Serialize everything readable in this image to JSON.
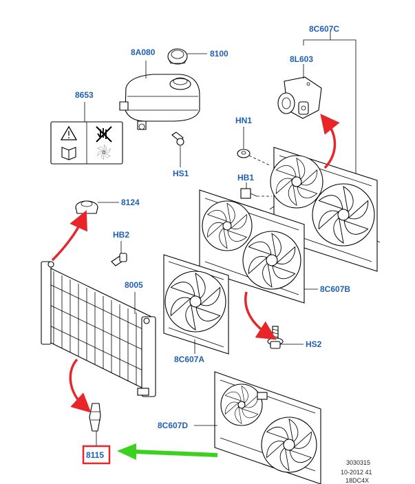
{
  "labels": {
    "p8C607C": "8C607C",
    "p8L603": "8L603",
    "p8A080": "8A080",
    "p8100": "8100",
    "p8653": "8653",
    "pHN1": "HN1",
    "pHS1": "HS1",
    "pHB1": "HB1",
    "p8124": "8124",
    "pHB2": "HB2",
    "p8005": "8005",
    "p8C607B": "8C607B",
    "pHS2": "HS2",
    "p8C607A": "8C607A",
    "p8C607D": "8C607D",
    "p8115": "8115"
  },
  "footer": {
    "code": "3030315",
    "date": "10-2012 41",
    "model": "18DC4X"
  },
  "colors": {
    "label": "#1f5fb4",
    "red_arrow": "#e8262a",
    "green_arrow": "#3cd11e",
    "highlight_box": "#e8262a"
  },
  "icons": {
    "warning": "warning-triangle-icon",
    "book": "manual-book-icon",
    "no_hand": "no-hand-icon",
    "fan": "fan-icon"
  },
  "highlight": "8115"
}
